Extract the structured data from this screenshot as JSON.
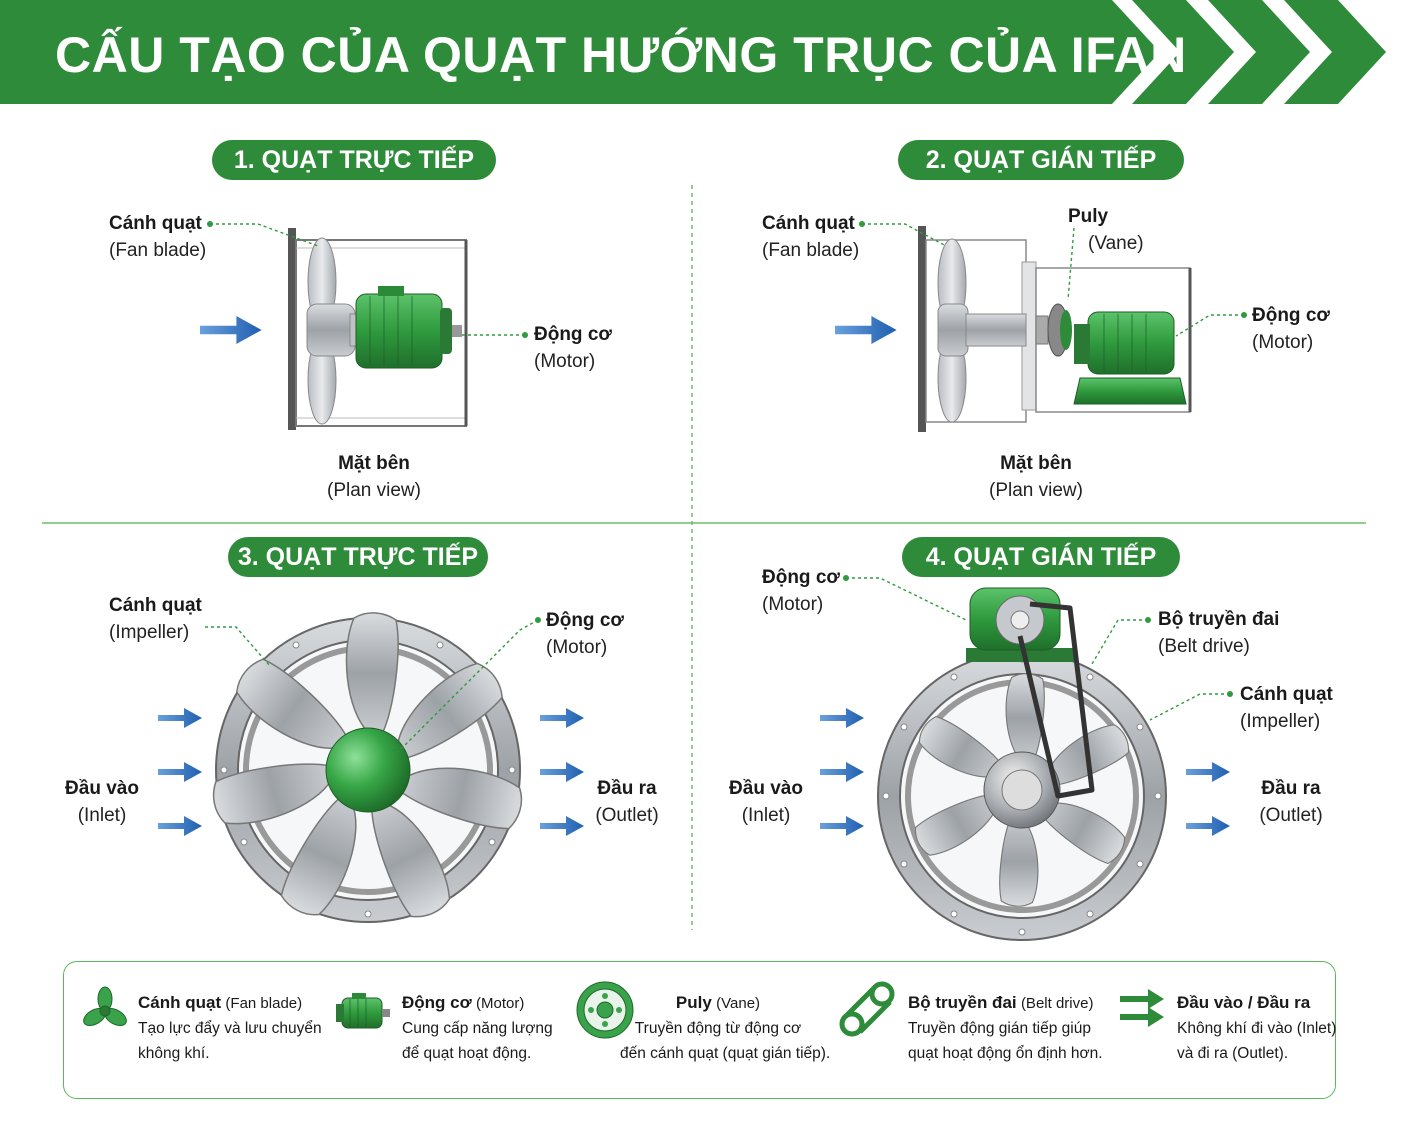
{
  "header": {
    "title": "CẤU TẠO CỦA QUẠT HƯỚNG TRỤC CỦA IFAN",
    "brand_color": "#2e8b3a"
  },
  "panel1": {
    "title": "1. QUẠT TRỰC TIẾP",
    "blade": {
      "vi": "Cánh quạt",
      "en": "(Fan blade)"
    },
    "motor": {
      "vi": "Động cơ",
      "en": "(Motor)"
    },
    "view": {
      "vi": "Mặt bên",
      "en": "(Plan view)"
    }
  },
  "panel2": {
    "title": "2. QUẠT GIÁN TIẾP",
    "blade": {
      "vi": "Cánh quạt",
      "en": "(Fan blade)"
    },
    "pulley": {
      "vi": "Puly",
      "en": "(Vane)"
    },
    "motor": {
      "vi": "Động cơ",
      "en": "(Motor)"
    },
    "view": {
      "vi": "Mặt bên",
      "en": "(Plan view)"
    }
  },
  "panel3": {
    "title": "3. QUẠT TRỰC TIẾP",
    "impeller": {
      "vi": "Cánh quạt",
      "en": "(Impeller)"
    },
    "motor": {
      "vi": "Động cơ",
      "en": "(Motor)"
    },
    "inlet": {
      "vi": "Đầu vào",
      "en": "(Inlet)"
    },
    "outlet": {
      "vi": "Đầu ra",
      "en": "(Outlet)"
    }
  },
  "panel4": {
    "title": "4. QUẠT GIÁN TIẾP",
    "motor": {
      "vi": "Động cơ",
      "en": "(Motor)"
    },
    "belt": {
      "vi": "Bộ truyền đai",
      "en": "(Belt drive)"
    },
    "impeller": {
      "vi": "Cánh quạt",
      "en": "(Impeller)"
    },
    "inlet": {
      "vi": "Đầu vào",
      "en": "(Inlet)"
    },
    "outlet": {
      "vi": "Đầu ra",
      "en": "(Outlet)"
    }
  },
  "legend": [
    {
      "title": "Cánh quạt",
      "en": "(Fan blade)",
      "line1": "Tạo lực đẩy và lưu chuyển",
      "line2": "không khí.",
      "icon": "fan-blade-icon"
    },
    {
      "title": "Động cơ",
      "en": "(Motor)",
      "line1": "Cung cấp năng lượng",
      "line2": "để quạt hoạt động.",
      "icon": "motor-icon"
    },
    {
      "title": "Puly",
      "en": "(Vane)",
      "line1": "Truyền động từ động cơ",
      "line2": "đến cánh quạt (quạt gián tiếp).",
      "icon": "pulley-icon"
    },
    {
      "title": "Bộ truyền đai",
      "en": "(Belt drive)",
      "line1": "Truyền động gián tiếp giúp",
      "line2": "quạt hoạt động ổn định hơn.",
      "icon": "belt-drive-icon"
    },
    {
      "title": "Đầu vào / Đầu ra",
      "en": "",
      "line1": "Không khí đi vào (Inlet)",
      "line2": "và đi ra (Outlet).",
      "icon": "airflow-arrows-icon"
    }
  ],
  "colors": {
    "green": "#2e8b3a",
    "motor_green": "#3aa24a",
    "arrow_blue": "#1f5fb0",
    "metal": "#a9adb2",
    "divider": "#6dbf6d"
  }
}
